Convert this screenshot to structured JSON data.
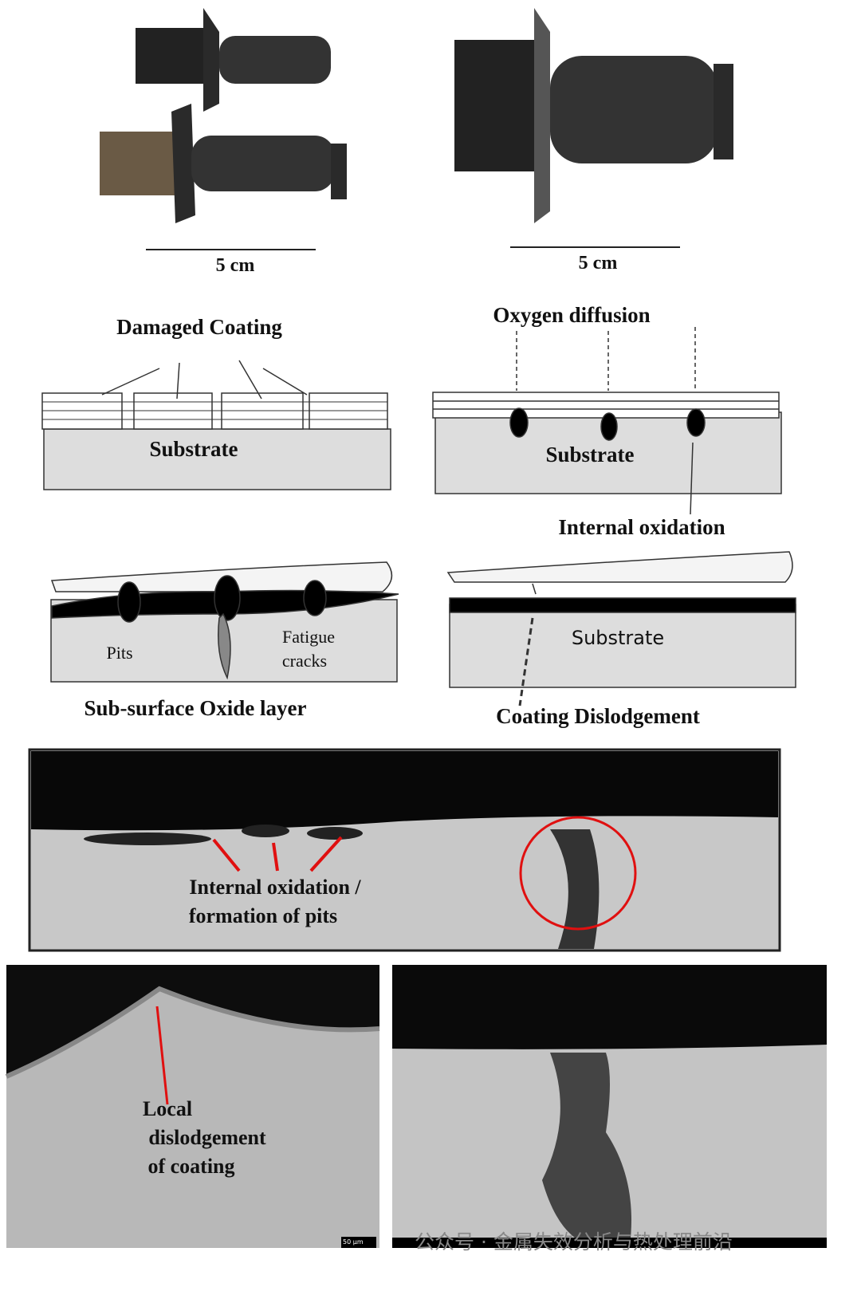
{
  "photos": {
    "left_scale": "5 cm",
    "right_scale": "5 cm"
  },
  "diagram_damaged": {
    "title": "Damaged Coating",
    "substrate": "Substrate"
  },
  "diagram_oxygen": {
    "title": "Oxygen diffusion",
    "substrate": "Substrate",
    "arrow_label": "Internal oxidation"
  },
  "diagram_oxide": {
    "pits": "Pits",
    "fatigue_line1": "Fatigue",
    "fatigue_line2": "cracks",
    "caption": "Sub-surface Oxide layer"
  },
  "diagram_dislodge": {
    "substrate": "Substrate",
    "caption": "Coating Dislodgement"
  },
  "sem_top": {
    "label_line1": "Internal oxidation /",
    "label_line2": "formation of pits"
  },
  "micro_left": {
    "label_line1": "Local",
    "label_line2": "dislodgement",
    "label_line3": "of coating",
    "scale": "50 µm"
  },
  "watermark": "公众号 · 金属失效分析与热处理前沿",
  "colors": {
    "accent": "#e01010"
  }
}
